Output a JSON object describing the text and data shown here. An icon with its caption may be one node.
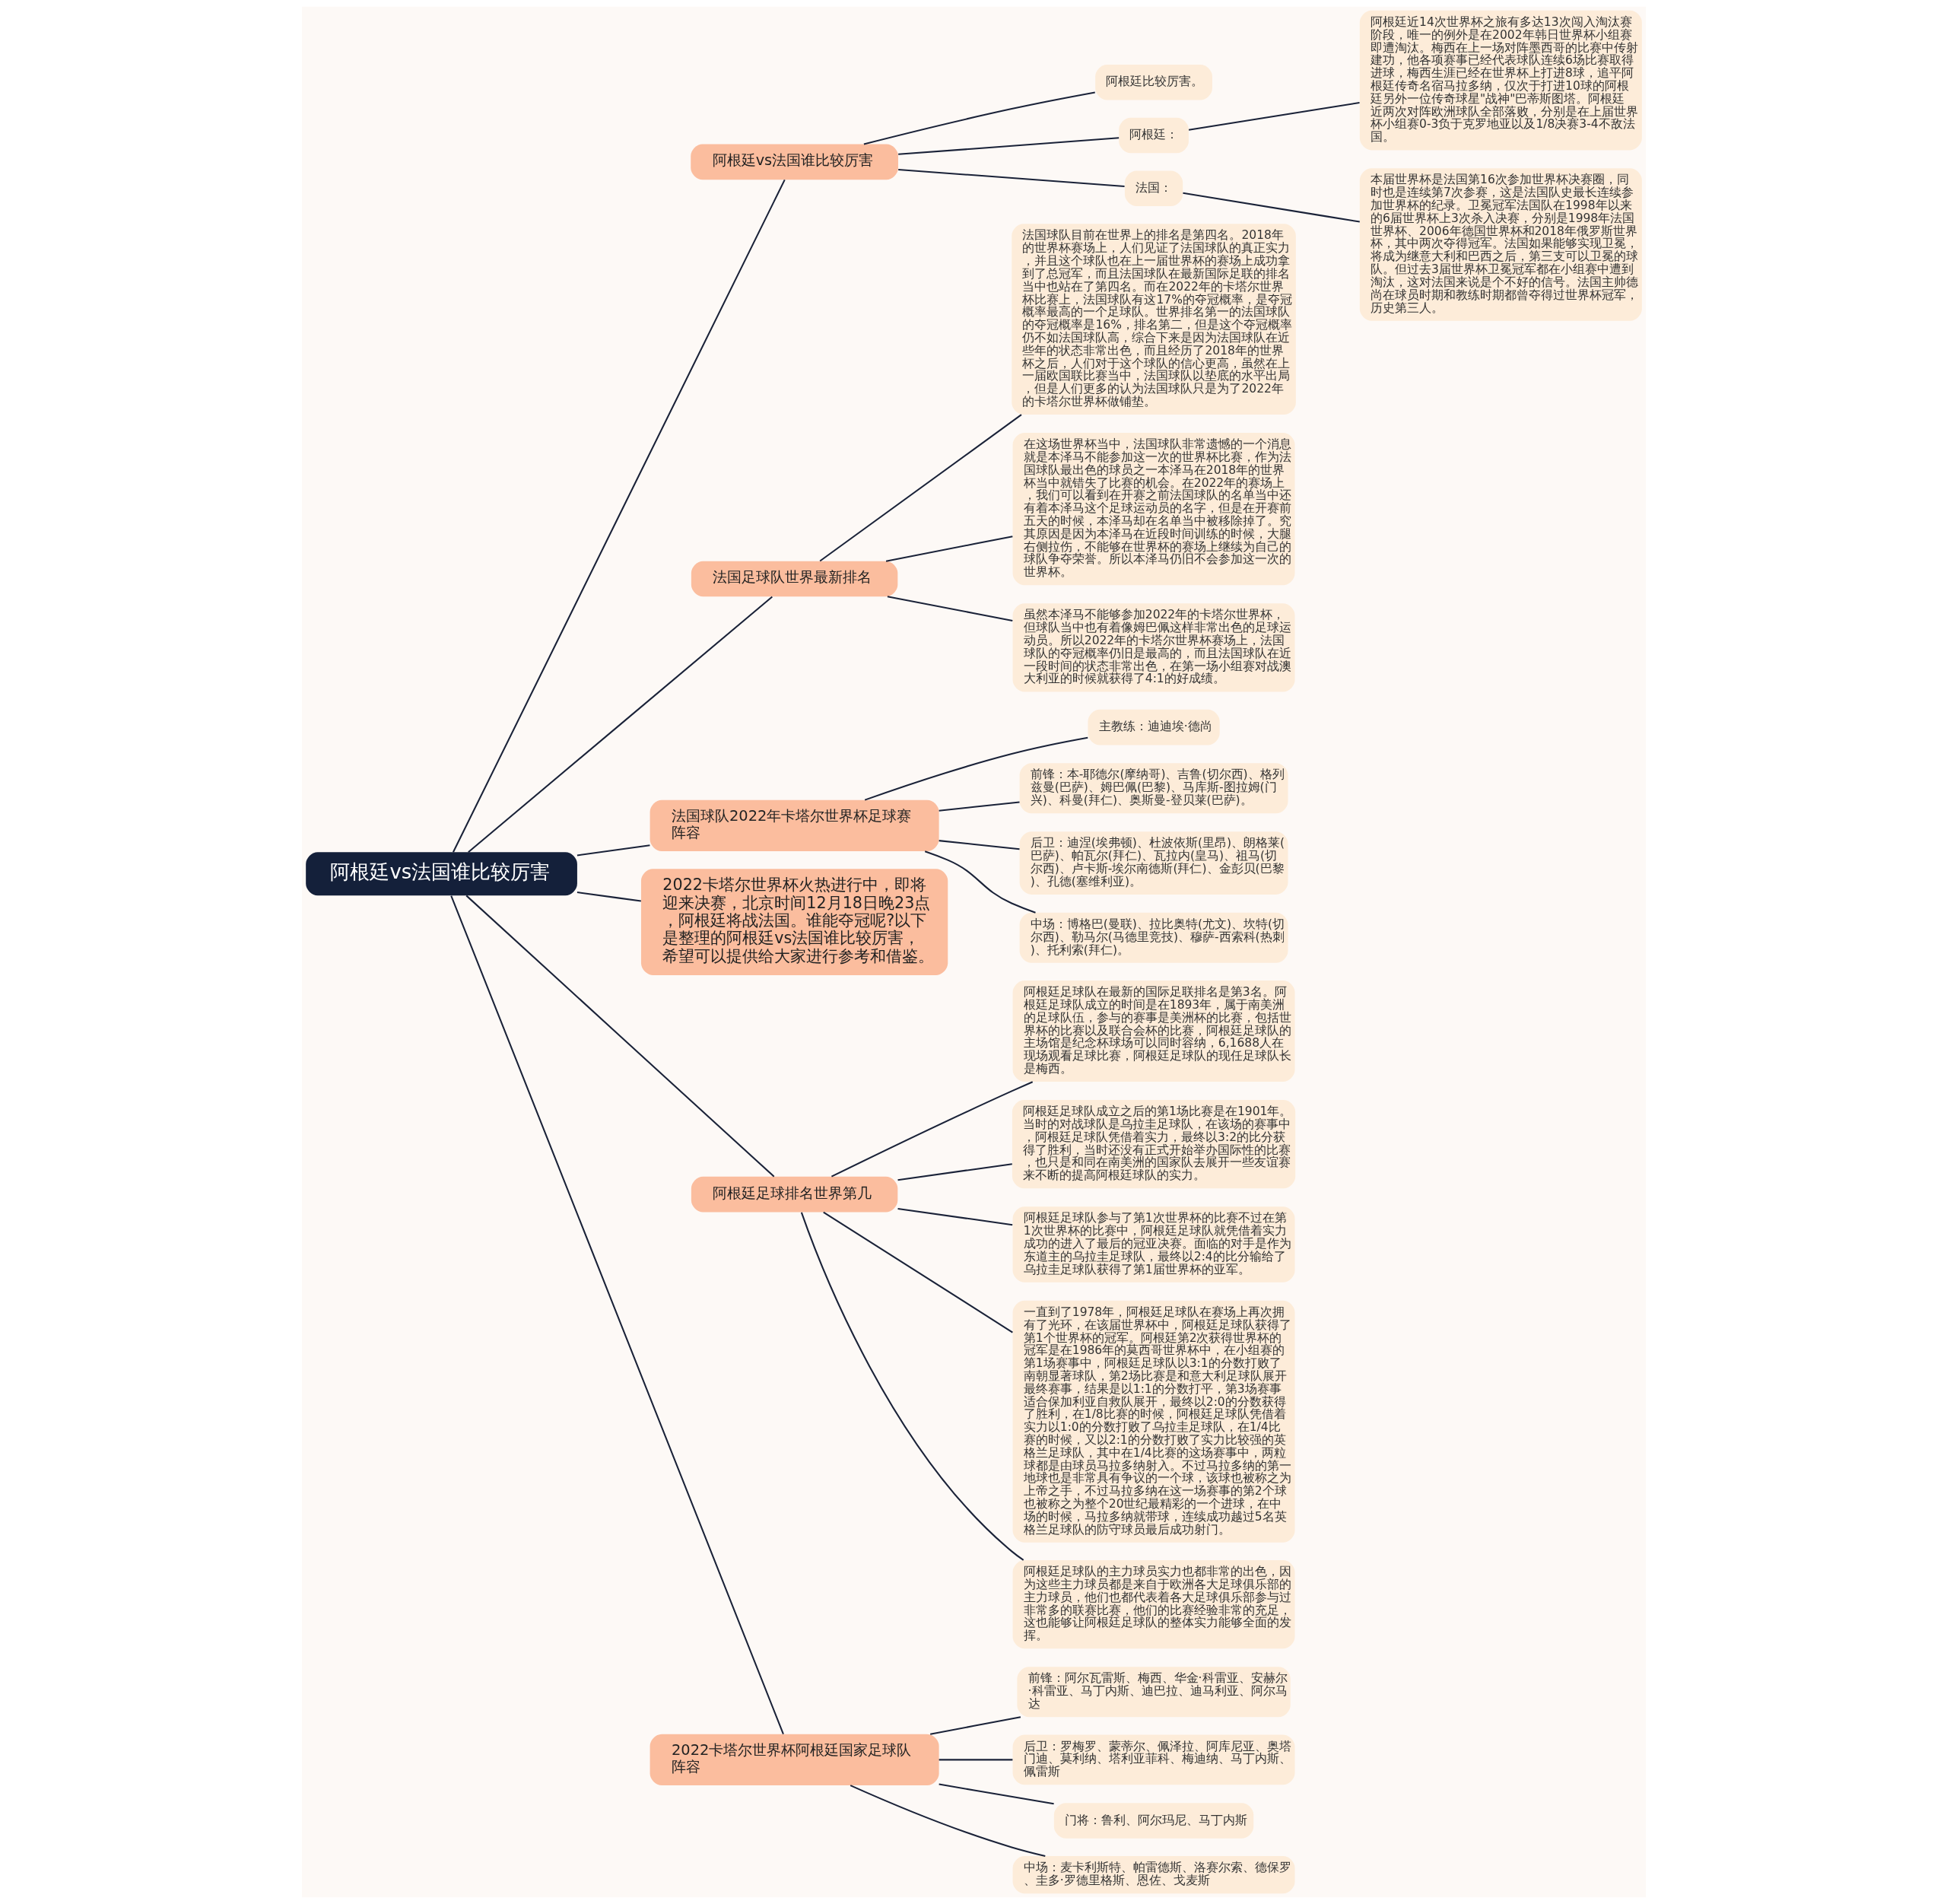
{
  "diagram": {
    "nodes": [
      {
        "text": [
          "阿根廷vs法国谁比较厉害"
        ]
      },
      {
        "text": [
          "阿根廷vs法国谁比较厉害"
        ]
      },
      {
        "text": [
          "阿根廷比较厉害。"
        ]
      },
      {
        "text": [
          "阿根廷："
        ]
      },
      {
        "text": [
          "阿根廷近14次世界杯之旅有多达13次闯入淘汰赛阶段，唯一的例外是在2002年韩日世界杯小组赛即遭淘汰。梅西在上一场对阵墨西哥的比赛中传射建功，他各项赛事已经代表球队连续6场比赛取得进球，梅西生涯已经在世界杯上打进8球，追平阿根廷传奇名宿马拉多纳，仅次于打进10球的阿根廷另外一位传奇球星\"战神\"巴蒂斯图塔。阿根廷近两次对阵欧洲球队全部落败，分别是在上届世界杯小组赛0-3负于克罗地亚以及1/8决赛3-4不敌法国。"
        ]
      },
      {
        "text": [
          "法国："
        ]
      },
      {
        "text": [
          "本届世界杯是法国第16次参加世界杯决赛圈，同时也是连续第7次参赛，这是法国队史最长连续参加世界杯的纪录。卫冕冠军法国队在1998年以来的6届世界杯上3次杀入决赛，分别是1998年法国世界杯、2006年德国世界杯和2018年俄罗斯世界杯，其中两次夺得冠军。法国如果能够实现卫冕，将成为继意大利和巴西之后，第三支可以卫冕的球队。但过去3届世界杯卫冕冠军都在小组赛中遭到淘汰，这对法国来说是个不好的信号。法国主帅德尚在球员时期和教练时期都曾夺得过世界杯冠军，历史第三人。"
        ]
      },
      {
        "text": [
          "法国足球队世界最新排名"
        ]
      },
      {
        "text": [
          "法国球队目前在世界上的排名是第四名。2018年的世界杯赛场上，人们见证了法国球队的真正实力，并且这个球队也在上一届世界杯的赛场上成功拿到了总冠军，而且法国球队在最新国际足联的排名当中也站在了第四名。而在2022年的卡塔尔世界杯比赛上，法国球队有这17%的夺冠概率，是夺冠概率最高的一个足球队。世界排名第一的法国球队的夺冠概率是16%，排名第二，但是这个夺冠概率仍不如法国球队高，综合下来是因为法国球队在近些年的状态非常出色，而且经历了2018年的世界杯之后，人们对于这个球队的信心更高，虽然在上一届欧国联比赛当中，法国球队以垫底的水平出局，但是人们更多的认为法国球队只是为了2022年的卡塔尔世界杯做铺垫。"
        ]
      },
      {
        "text": [
          "在这场世界杯当中，法国球队非常遗憾的一个消息就是本泽马不能参加这一次的世界杯比赛，作为法国球队最出色的球员之一本泽马在2018年的世界杯当中就错失了比赛的机会。在2022年的赛场上，我们可以看到在开赛之前法国球队的名单当中还有着本泽马这个足球运动员的名字，但是在开赛前五天的时候，本泽马却在名单当中被移除掉了。究其原因是因为本泽马在近段时间训练的时候，大腿右侧拉伤，不能够在世界杯的赛场上继续为自己的球队争夺荣誉。所以本泽马仍旧不会参加这一次的世界杯。"
        ]
      },
      {
        "text": [
          "虽然本泽马不能够参加2022年的卡塔尔世界杯，但球队当中也有着像姆巴佩这样非常出色的足球运动员。所以2022年的卡塔尔世界杯赛场上，法国球队的夺冠概率仍旧是最高的，而且法国球队在近一段时间的状态非常出色，在第一场小组赛对战澳大利亚的时候就获得了4:1的好成绩。"
        ]
      },
      {
        "text": [
          "法国球队2022年卡塔尔世界杯足球赛阵容"
        ]
      },
      {
        "text": [
          "主教练：迪迪埃·德尚"
        ]
      },
      {
        "text": [
          "前锋：本-耶德尔(摩纳哥)、吉鲁(切尔西)、格列兹曼(巴萨)、姆巴佩(巴黎)、马库斯-图拉姆(门兴)、科曼(拜仁)、奥斯曼-登贝莱(巴萨)。"
        ]
      },
      {
        "text": [
          "后卫：迪涅(埃弗顿)、杜波依斯(里昂)、朗格莱(巴萨)、帕瓦尔(拜仁)、瓦拉内(皇马)、祖马(切尔西)、卢卡斯-埃尔南德斯(拜仁)、金彭贝(巴黎)、孔德(塞维利亚)。"
        ]
      },
      {
        "text": [
          "中场：博格巴(曼联)、拉比奥特(尤文)、坎特(切尔西)、勒马尔(马德里竞技)、穆萨-西索科(热刺)、托利索(拜仁)。"
        ]
      },
      {
        "text": [
          "2022卡塔尔世界杯火热进行中，即将迎来决赛，北京时间12月18日晚23点，阿根廷将战法国。谁能夺冠呢?以下是整理的阿根廷vs法国谁比较厉害，希望可以提供给大家进行参考和借鉴。"
        ]
      },
      {
        "text": [
          "阿根廷足球排名世界第几"
        ]
      },
      {
        "text": [
          "阿根廷足球队在最新的国际足联排名是第3名。阿根廷足球队成立的时间是在1893年，属于南美洲的足球队伍，参与的赛事是美洲杯的比赛，包括世界杯的比赛以及联合会杯的比赛，阿根廷足球队的主场馆是纪念杯球场可以同时容纳，6,1688人在现场观看足球比赛，阿根廷足球队的现任足球队长是梅西。"
        ]
      },
      {
        "text": [
          "阿根廷足球队成立之后的第1场比赛是在1901年。当时的对战球队是乌拉圭足球队，在该场的赛事中，阿根廷足球队凭借着实力，最终以3:2的比分获得了胜利，当时还没有正式开始举办国际性的比赛，也只是和同在南美洲的国家队去展开一些友谊赛来不断的提高阿根廷球队的实力。"
        ]
      },
      {
        "text": [
          "阿根廷足球队参与了第1次世界杯的比赛不过在第1次世界杯的比赛中，阿根廷足球队就凭借着实力成功的进入了最后的冠亚决赛。面临的对手是作为东道主的乌拉圭足球队，最终以2:4的比分输给了乌拉圭足球队获得了第1届世界杯的亚军。"
        ]
      },
      {
        "text": [
          "一直到了1978年，阿根廷足球队在赛场上再次拥有了光环，在该届世界杯中，阿根廷足球队获得了第1个世界杯的冠军。阿根廷第2次获得世界杯的冠军是在1986年的莫西哥世界杯中，在小组赛的第1场赛事中，阿根廷足球队以3:1的分数打败了南朝显著球队，第2场比赛是和意大利足球队展开最终赛事，结果是以1:1的分数打平，第3场赛事适合保加利亚自救队展开，最终以2:0的分数获得了胜利，在1/8比赛的时候，阿根廷足球队凭借着实力以1:0的分数打败了乌拉圭足球队，在1/4比赛的时候，又以2:1的分数打败了实力比较强的英格兰足球队，其中在1/4比赛的这场赛事中，两粒球都是由球员马拉多纳射入。不过马拉多纳的第一地球也是非常具有争议的一个球，该球也被称之为上帝之手，不过马拉多纳在这一场赛事的第2个球也被称之为整个20世纪最精彩的一个进球，在中场的时候，马拉多纳就带球，连续成功越过5名英格兰足球队的防守球员最后成功射门。"
        ]
      },
      {
        "text": [
          "阿根廷足球队的主力球员实力也都非常的出色，因为这些主力球员都是来自于欧洲各大足球俱乐部的主力球员，他们也都代表着各大足球俱乐部参与过非常多的联赛比赛，他们的比赛经验非常的充足，这也能够让阿根廷足球队的整体实力能够全面的发挥。"
        ]
      },
      {
        "text": [
          "2022卡塔尔世界杯阿根廷国家足球队阵容"
        ]
      },
      {
        "text": [
          "前锋：阿尔瓦雷斯、梅西、华金·科雷亚、安赫尔·科雷亚、马丁内斯、迪巴拉、迪马利亚、阿尔马达"
        ]
      },
      {
        "text": [
          "后卫：罗梅罗、蒙蒂尔、佩泽拉、阿库尼亚、奥塔门迪、莫利纳、塔利亚菲科、梅迪纳、马丁内斯、佩雷斯"
        ]
      },
      {
        "text": [
          "门将：鲁利、阿尔玛尼、马丁内斯"
        ]
      },
      {
        "text": [
          "中场：麦卡利斯特、帕雷德斯、洛赛尔索、德保罗、圭多·罗德里格斯、恩佐、戈麦斯"
        ]
      }
    ],
    "edges": [
      {
        "from": 0,
        "to": 1,
        "arrow": "none"
      },
      {
        "from": 1,
        "to": 2,
        "arrow": "none"
      },
      {
        "from": 1,
        "to": 3,
        "arrow": "none"
      },
      {
        "from": 3,
        "to": 4,
        "arrow": "none"
      },
      {
        "from": 1,
        "to": 5,
        "arrow": "none"
      },
      {
        "from": 5,
        "to": 6,
        "arrow": "none"
      },
      {
        "from": 0,
        "to": 7,
        "arrow": "none"
      },
      {
        "from": 7,
        "to": 8,
        "arrow": "none"
      },
      {
        "from": 7,
        "to": 9,
        "arrow": "none"
      },
      {
        "from": 7,
        "to": 10,
        "arrow": "none"
      },
      {
        "from": 0,
        "to": 11,
        "arrow": "none"
      },
      {
        "from": 11,
        "to": 12,
        "arrow": "none"
      },
      {
        "from": 11,
        "to": 13,
        "arrow": "none"
      },
      {
        "from": 11,
        "to": 14,
        "arrow": "none"
      },
      {
        "from": 11,
        "to": 15,
        "arrow": "none"
      },
      {
        "from": 0,
        "to": 16,
        "arrow": "none"
      },
      {
        "from": 0,
        "to": 17,
        "arrow": "none"
      },
      {
        "from": 17,
        "to": 18,
        "arrow": "none"
      },
      {
        "from": 17,
        "to": 19,
        "arrow": "none"
      },
      {
        "from": 17,
        "to": 20,
        "arrow": "none"
      },
      {
        "from": 17,
        "to": 21,
        "arrow": "none"
      },
      {
        "from": 17,
        "to": 22,
        "arrow": "none"
      },
      {
        "from": 0,
        "to": 23,
        "arrow": "none"
      },
      {
        "from": 23,
        "to": 24,
        "arrow": "none"
      },
      {
        "from": 23,
        "to": 25,
        "arrow": "none"
      },
      {
        "from": 23,
        "to": 26,
        "arrow": "none"
      },
      {
        "from": 23,
        "to": 27,
        "arrow": "none"
      }
    ]
  }
}
